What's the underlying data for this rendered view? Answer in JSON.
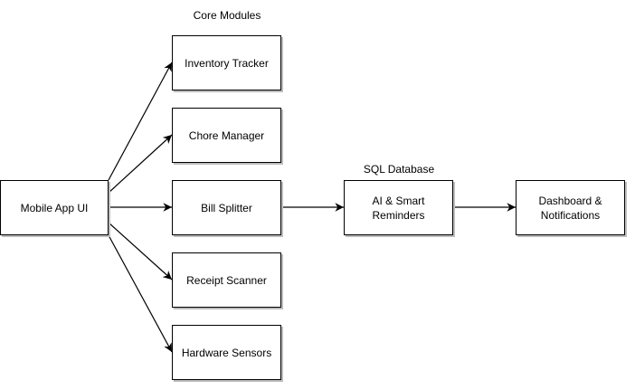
{
  "labels": {
    "core_modules": "Core Modules",
    "sql_database": "SQL Database"
  },
  "nodes": {
    "mobile_app": "Mobile App UI",
    "inventory": "Inventory Tracker",
    "chore": "Chore Manager",
    "bill": "Bill Splitter",
    "receipt": "Receipt Scanner",
    "hardware": "Hardware Sensors",
    "ai": "AI & Smart\nReminders",
    "dashboard": "Dashboard &\nNotifications"
  },
  "colors": {
    "stroke": "#000000",
    "shadow": "#bdbdbd"
  }
}
